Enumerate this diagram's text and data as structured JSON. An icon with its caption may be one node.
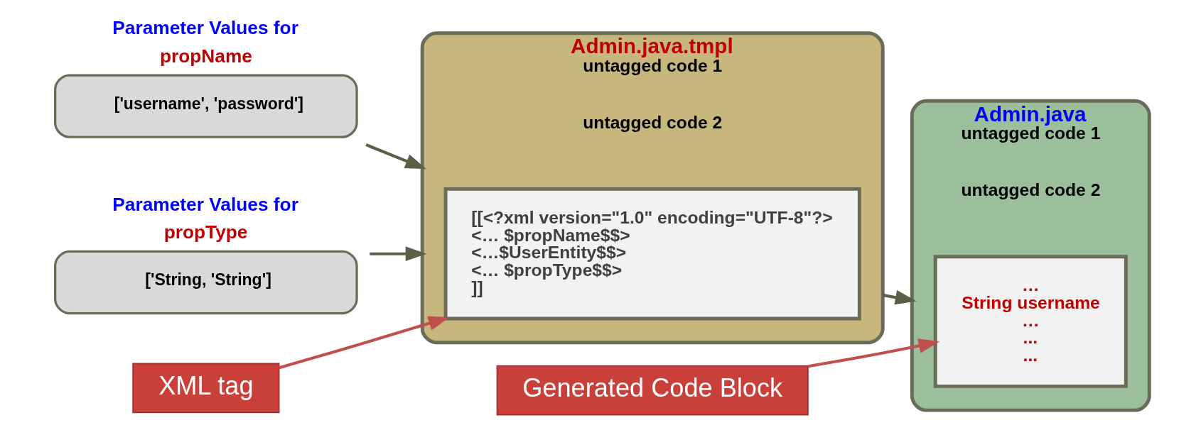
{
  "diagram": {
    "nodes": [
      {
        "text": [
          "Parameter Values for",
          "propName",
          "['username', 'password']"
        ]
      },
      {
        "text": [
          "Parameter Values for",
          "propType",
          "['String, 'String']"
        ]
      },
      {
        "text": [
          "Admin.java.tmpl",
          "untagged code 1",
          "untagged code 2"
        ]
      },
      {
        "text": [
          "[[<?xml version=\"1.0\" encoding=\"UTF-8\"?>",
          "<… $propName$$>",
          "<…$UserEntity$$>",
          "<… $propType$$>",
          "]]"
        ],
        "in": 2
      },
      {
        "text": [
          "Admin.java",
          "untagged code 1",
          "untagged code 2"
        ]
      },
      {
        "text": [
          "…",
          "String username",
          "…",
          "...",
          "..."
        ],
        "in": 4
      },
      {
        "text": [
          "XML tag"
        ]
      },
      {
        "text": [
          "Generated Code Block"
        ]
      }
    ],
    "edges": [
      {
        "from": 0,
        "to": 2,
        "arrow": "to"
      },
      {
        "from": 1,
        "to": 2,
        "arrow": "to"
      },
      {
        "from": 2,
        "to": 4,
        "arrow": "to"
      },
      {
        "from": 6,
        "to": 3,
        "arrow": "to",
        "color": "#c0504d"
      },
      {
        "from": 7,
        "to": 5,
        "arrow": "to",
        "color": "#c0504d"
      }
    ]
  }
}
